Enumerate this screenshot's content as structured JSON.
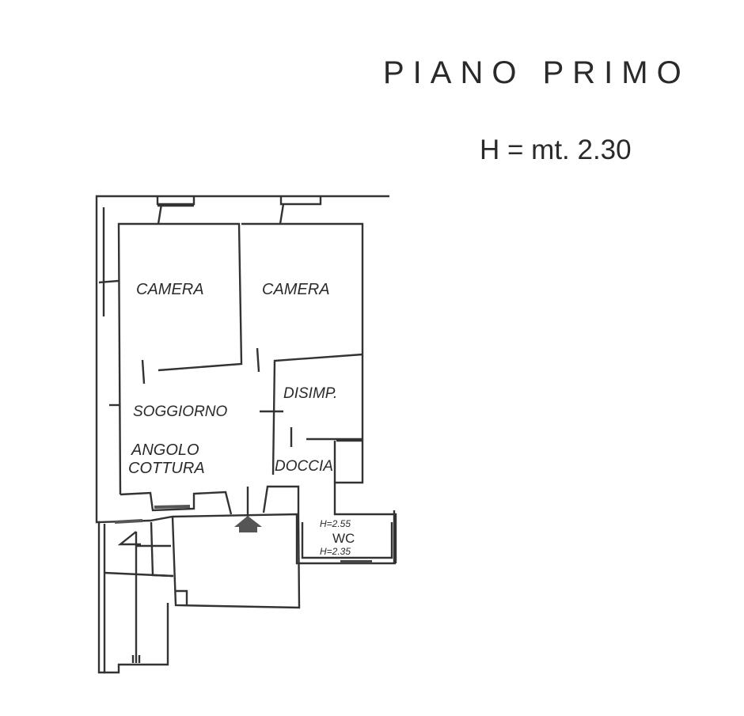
{
  "title": "PIANO PRIMO",
  "height_note": "H = mt. 2.30",
  "rooms": {
    "camera_1": "CAMERA",
    "camera_2": "CAMERA",
    "disimpegno": "DISIMP.",
    "soggiorno": "SOGGIORNO",
    "angolo_cottura_1": "ANGOLO",
    "angolo_cottura_2": "COTTURA",
    "doccia": "DOCCIA",
    "wc": "WC",
    "wc_height_top": "H=2.55",
    "wc_height_bottom": "H=2.35"
  }
}
